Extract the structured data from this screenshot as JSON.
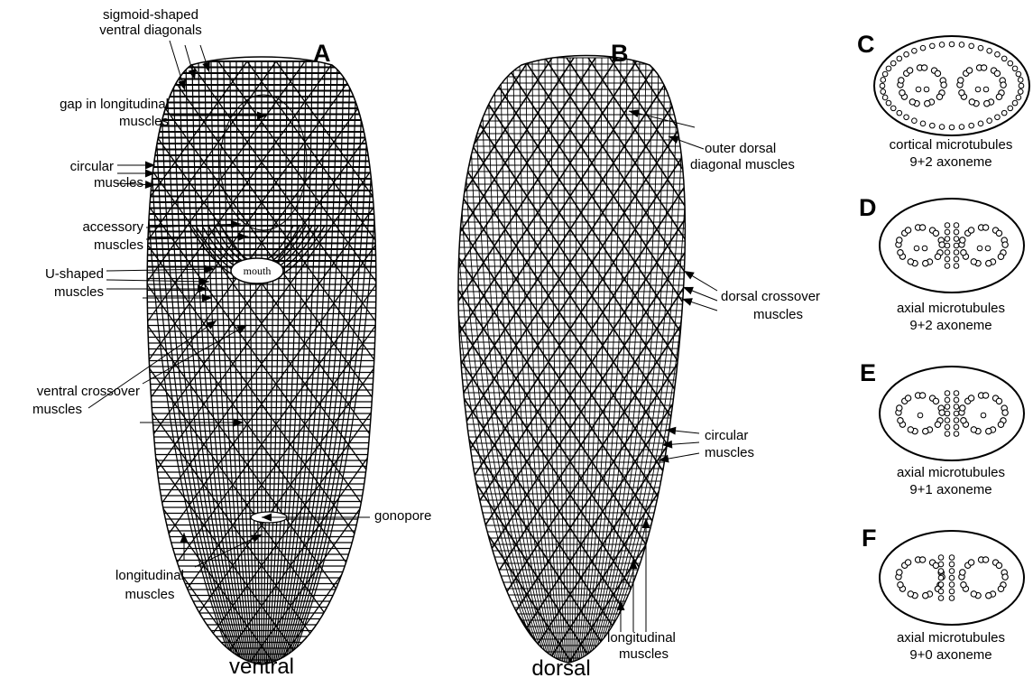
{
  "panels": {
    "A": {
      "letter": "A",
      "caption": "ventral",
      "labels": {
        "sigmoid_1": "sigmoid-shaped",
        "sigmoid_2": "ventral diagonals",
        "gap_1": "gap in longitudinal",
        "gap_2": "muscles",
        "circ_1": "circular",
        "circ_2": "muscles",
        "acc_1": "accessory",
        "acc_2": "muscles",
        "u_1": "U-shaped",
        "u_2": "muscles",
        "vc_1": "ventral crossover",
        "vc_2": "muscles",
        "gonopore": "gonopore",
        "long_1": "longitudinal",
        "long_2": "muscles",
        "mouth": "mouth"
      }
    },
    "B": {
      "letter": "B",
      "caption": "dorsal",
      "labels": {
        "outer_1": "outer dorsal",
        "outer_2": "diagonal muscles",
        "dc_1": "dorsal crossover",
        "dc_2": "muscles",
        "circ_1": "circular",
        "circ_2": "muscles",
        "long_1": "longitudinal",
        "long_2": "muscles"
      }
    },
    "C": {
      "letter": "C",
      "line1": "cortical microtubules",
      "line2": "9+2 axoneme"
    },
    "D": {
      "letter": "D",
      "line1": "axial microtubules",
      "line2": "9+2 axoneme"
    },
    "E": {
      "letter": "E",
      "line1": "axial microtubules",
      "line2": "9+1 axoneme"
    },
    "F": {
      "letter": "F",
      "line1": "axial microtubules",
      "line2": "9+0 axoneme"
    }
  }
}
